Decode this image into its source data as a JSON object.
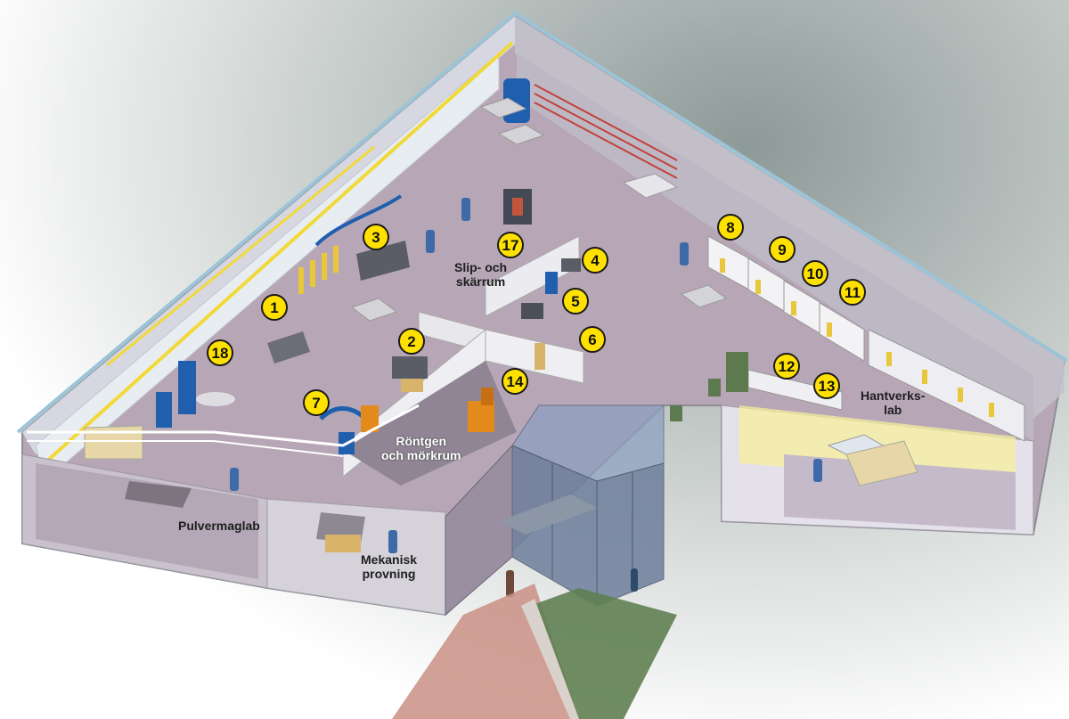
{
  "colors": {
    "floor": "#b7a6b6",
    "wall": "#dfe0e4",
    "wall_shadow": "#cfc8d2",
    "glass": "#7f9fb8",
    "marker_fill": "#ffe100",
    "machine_blue": "#1f5fae",
    "machine_orange": "#e28a1c",
    "yellow_light": "#f3e97a",
    "entrance_path": "#c98f84",
    "grass": "#5f7f52"
  },
  "markers": [
    {
      "id": "1",
      "label": "1"
    },
    {
      "id": "2",
      "label": "2"
    },
    {
      "id": "3",
      "label": "3"
    },
    {
      "id": "4",
      "label": "4"
    },
    {
      "id": "5",
      "label": "5"
    },
    {
      "id": "6",
      "label": "6"
    },
    {
      "id": "7",
      "label": "7"
    },
    {
      "id": "8",
      "label": "8"
    },
    {
      "id": "9",
      "label": "9"
    },
    {
      "id": "10",
      "label": "10"
    },
    {
      "id": "11",
      "label": "11"
    },
    {
      "id": "12",
      "label": "12"
    },
    {
      "id": "13",
      "label": "13"
    },
    {
      "id": "14",
      "label": "14"
    },
    {
      "id": "17",
      "label": "17"
    },
    {
      "id": "18",
      "label": "18"
    }
  ],
  "rooms": {
    "slip_och_skarrum": "Slip- och\nskärrum",
    "rontgen_och_morkrum": "Röntgen\noch mörkrum",
    "hantverkslab": "Hantverks-\nlab",
    "pulvermaglab": "Pulvermaglab",
    "mekanisk_provning": "Mekanisk\nprovning"
  }
}
